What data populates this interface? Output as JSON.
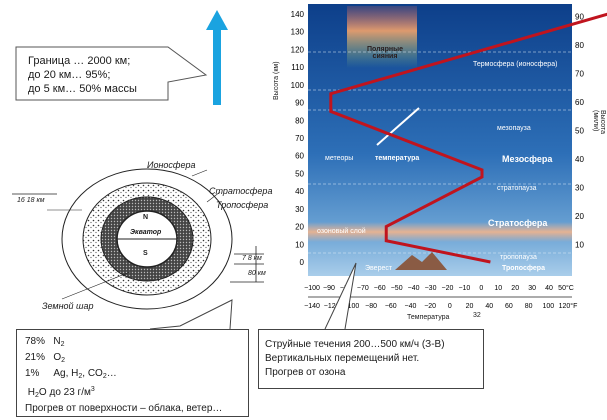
{
  "callout_top": {
    "line1": "Граница … 2000 км;",
    "line2": "до 20 км… 95%;",
    "line3": "до   5 км… 50% массы"
  },
  "callout_bottom_left": {
    "line1_pct": "78%",
    "line1_gas": "N",
    "line1_sub": "2",
    "line2_pct": "21%",
    "line2_gas": "O",
    "line2_sub": "2",
    "line3_pct": "1%",
    "line3_a": "Ag, H",
    "line3_sub1": "2",
    "line3_b": ", CO",
    "line3_sub2": "2",
    "line3_c": "…",
    "line4": "H",
    "line4_sub": "2",
    "line4_b": "O до 23 г/м",
    "line4_sup": "3",
    "line5": "Прогрев от поверхности  – облака, ветер…"
  },
  "callout_bottom_right": {
    "line1": "Струйные течения 200…500 км/ч (З-В)",
    "line2": "Вертикальных перемещений нет.",
    "line3": "Прогрев от озона"
  },
  "earth_diagram": {
    "ionosphere": "Ионосфера",
    "stratosphere": "Стратосфера",
    "troposphere": "Тропосфера",
    "left_scale": "16  18 км",
    "north": "N",
    "equator": "Экватор",
    "south": "S",
    "dim1": "7  8 км",
    "dim2": "80 км",
    "earth": "Земной шар"
  },
  "atmosphere_chart": {
    "left_axis_label": "Высота (км)",
    "right_axis_label": "Высота (мили)",
    "left_ticks": [
      "140",
      "130",
      "120",
      "110",
      "100",
      "90",
      "80",
      "70",
      "60",
      "50",
      "40",
      "30",
      "20",
      "10",
      "0"
    ],
    "right_ticks": [
      "90",
      "80",
      "70",
      "60",
      "50",
      "40",
      "30",
      "20",
      "10"
    ],
    "bottom_ticks_c": [
      "−100",
      "−90",
      "−80",
      "−70",
      "−60",
      "−50",
      "−40",
      "−30",
      "−20",
      "−10",
      "0",
      "10",
      "20",
      "30",
      "40",
      "50°C"
    ],
    "bottom_ticks_f": [
      "−140",
      "−120",
      "−100",
      "−80",
      "−60",
      "−40",
      "−20",
      "0",
      "20",
      "40",
      "60",
      "80",
      "100",
      "120°F"
    ],
    "bottom_extra": "32",
    "xlabel": "Температура",
    "aurora": "Полярные сияния",
    "thermosphere": "Термосфера (ионосфера)",
    "mesopause": "мезопауза",
    "meteors": "метеоры",
    "temperature": "температура",
    "mesosphere": "Мезосфера",
    "stratopause": "стратопауза",
    "stratosphere": "Стратосфера",
    "ozone": "озоновый слой",
    "tropopause": "тропопауза",
    "troposphere": "Тропосфера",
    "everest": "Эверест",
    "colors": {
      "curve": "#c0141e",
      "sky_top": "#0d3f8a",
      "sky_bottom": "#9fc7e6",
      "ozone": "#f2b48c"
    }
  }
}
